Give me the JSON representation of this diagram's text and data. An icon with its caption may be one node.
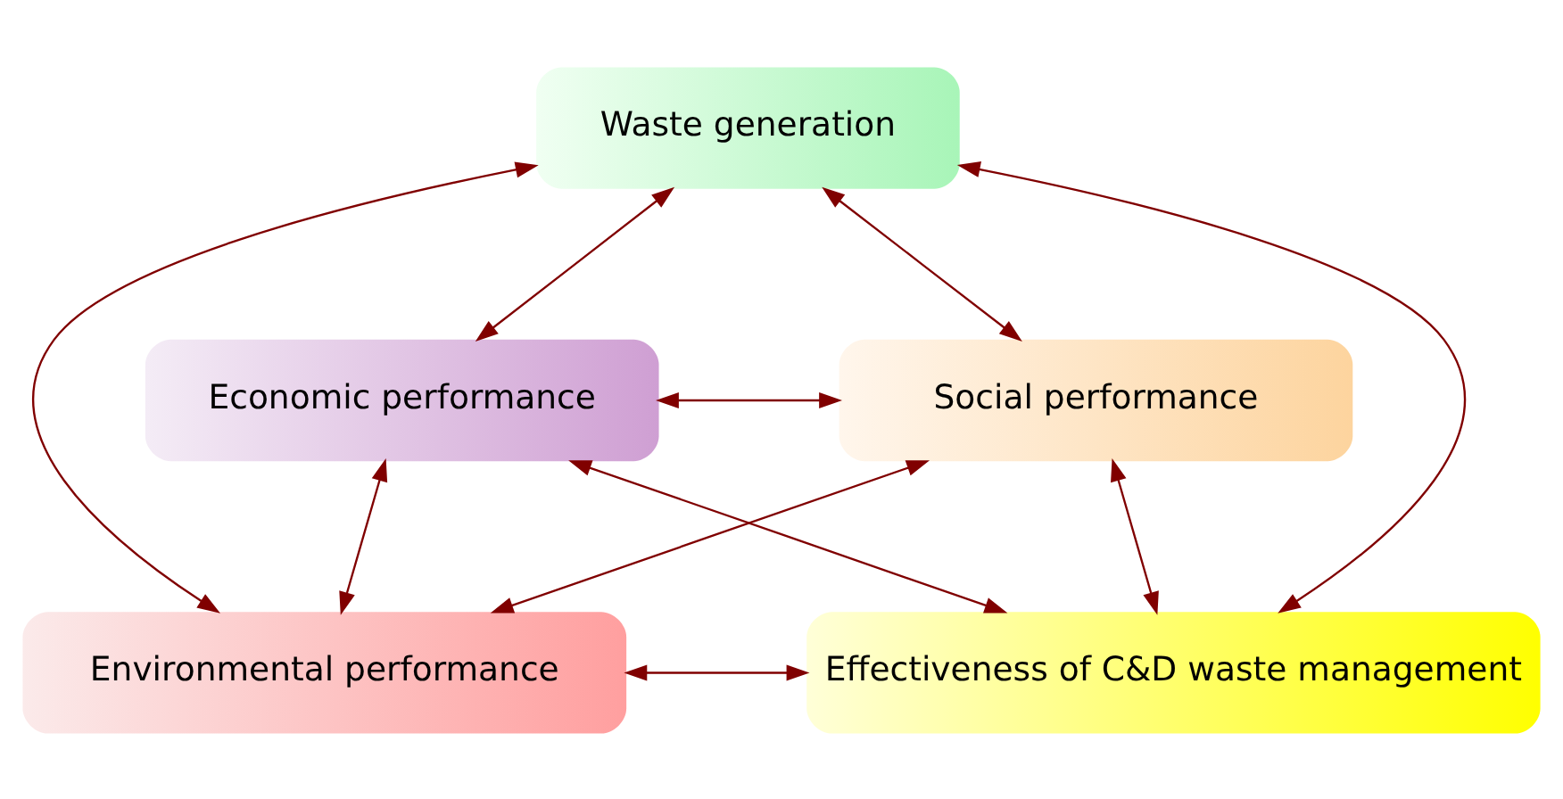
{
  "diagram": {
    "nodes": [
      {
        "text": [
          "Waste generation"
        ]
      },
      {
        "text": [
          "Economic performance"
        ]
      },
      {
        "text": [
          "Social performance"
        ]
      },
      {
        "text": [
          "Environmental performance"
        ]
      },
      {
        "text": [
          "Effectiveness of C&D waste management"
        ]
      }
    ],
    "edges": [
      {
        "from": 0,
        "to": 1,
        "arrow": "both"
      },
      {
        "from": 0,
        "to": 2,
        "arrow": "both"
      },
      {
        "from": 1,
        "to": 2,
        "arrow": "both"
      },
      {
        "from": 0,
        "to": 3,
        "arrow": "both"
      },
      {
        "from": 0,
        "to": 4,
        "arrow": "both"
      },
      {
        "from": 1,
        "to": 3,
        "arrow": "both"
      },
      {
        "from": 1,
        "to": 4,
        "arrow": "both"
      },
      {
        "from": 2,
        "to": 3,
        "arrow": "both"
      },
      {
        "from": 2,
        "to": 4,
        "arrow": "both"
      },
      {
        "from": 3,
        "to": 4,
        "arrow": "both"
      }
    ]
  }
}
